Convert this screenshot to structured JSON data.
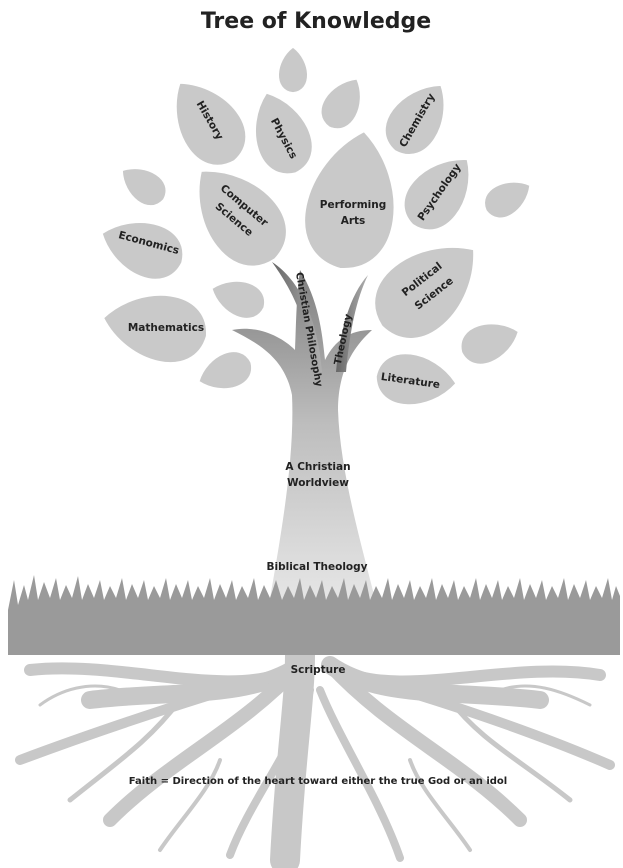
{
  "title": "Tree of Knowledge",
  "colors": {
    "leaf": "#c9c9c9",
    "trunk_dark": "#8a8a8a",
    "trunk_light": "#d8d8d8",
    "grass": "#9a9a9a",
    "roots": "#c8c8c8",
    "text": "#222222"
  },
  "branches": [
    "Christian Philosophy",
    "Theology"
  ],
  "trunk": {
    "worldview_line1": "A Christian",
    "worldview_line2": "Worldview",
    "base": "Biblical Theology"
  },
  "ground": "Scripture",
  "footer": "Faith = Direction of the heart toward either the true God or an idol",
  "leaves": [
    {
      "name": "leaf-history",
      "lines": [
        "History"
      ]
    },
    {
      "name": "leaf-physics",
      "lines": [
        "Physics"
      ]
    },
    {
      "name": "leaf-chemistry",
      "lines": [
        "Chemistry"
      ]
    },
    {
      "name": "leaf-psychology",
      "lines": [
        "Psychology"
      ]
    },
    {
      "name": "leaf-computer-science",
      "lines": [
        "Computer",
        "Science"
      ]
    },
    {
      "name": "leaf-performing-arts",
      "lines": [
        "Performing",
        "Arts"
      ]
    },
    {
      "name": "leaf-economics",
      "lines": [
        "Economics"
      ]
    },
    {
      "name": "leaf-political-science",
      "lines": [
        "Political",
        "Science"
      ]
    },
    {
      "name": "leaf-mathematics",
      "lines": [
        "Mathematics"
      ]
    },
    {
      "name": "leaf-literature",
      "lines": [
        "Literature"
      ]
    }
  ]
}
